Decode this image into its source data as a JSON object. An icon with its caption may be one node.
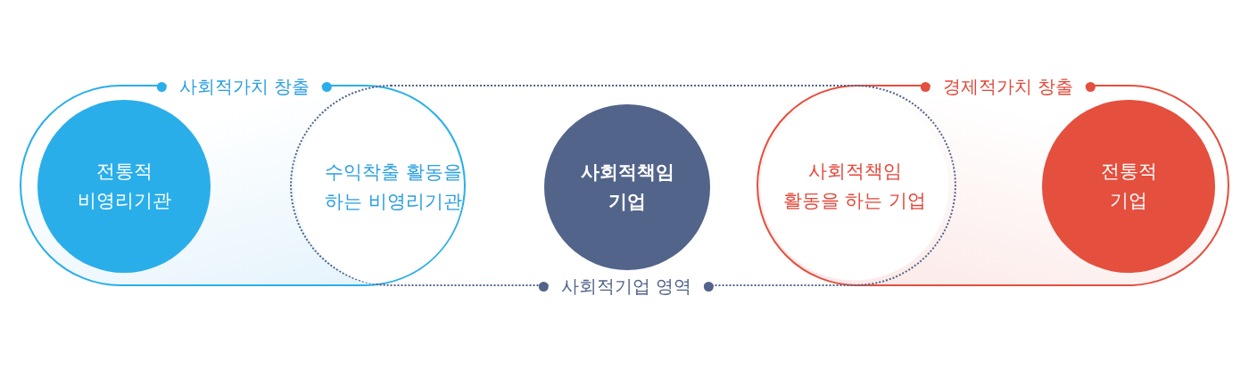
{
  "diagram": {
    "nodes": [
      {
        "text": [
          "사회적가치 창출"
        ]
      },
      {
        "text": [
          "전통적 비영리기관"
        ],
        "in": 0
      },
      {
        "text": [
          "수익착출 활동을 하는 비영리기관"
        ],
        "in": 3
      },
      {
        "text": [
          "사회적기업 영역"
        ]
      },
      {
        "text": [
          "사회적책임 기업"
        ],
        "in": 3
      },
      {
        "text": [
          "사회적책임 활동을 하는 기업"
        ]
      },
      {
        "text": [
          "경제적가치 창출"
        ]
      },
      {
        "text": [
          "전통적 기업"
        ],
        "in": 6
      }
    ]
  }
}
